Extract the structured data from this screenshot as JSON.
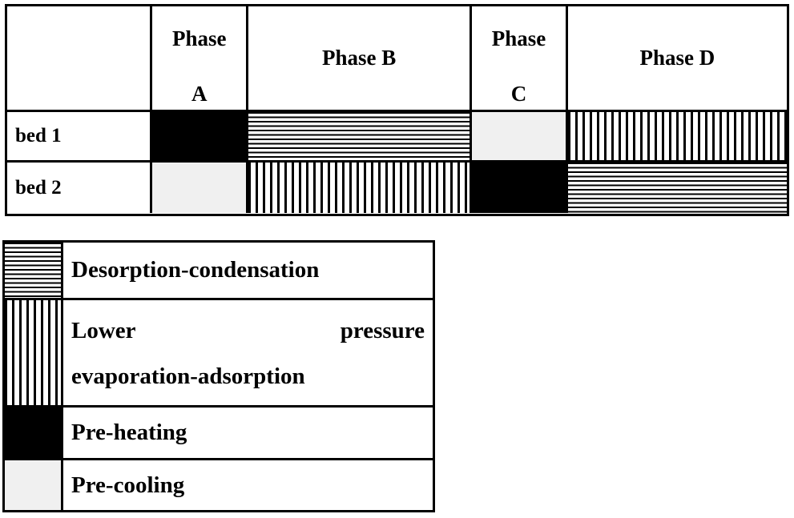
{
  "table": {
    "headers": [
      {
        "label": "",
        "key": "row-label"
      },
      {
        "label": "Phase A",
        "line1": "Phase",
        "line2": "A",
        "key": "phase-a"
      },
      {
        "label": "Phase B",
        "key": "phase-b"
      },
      {
        "label": "Phase C",
        "line1": "Phase",
        "line2": "C",
        "key": "phase-c"
      },
      {
        "label": "Phase D",
        "key": "phase-d"
      }
    ],
    "rows": [
      {
        "label": "bed 1",
        "cells": [
          {
            "pattern": "solid-black",
            "meaning": "Pre-heating"
          },
          {
            "pattern": "horizontal-stripes",
            "meaning": "Desorption-condensation"
          },
          {
            "pattern": "light-gray",
            "meaning": "Pre-cooling"
          },
          {
            "pattern": "vertical-stripes",
            "meaning": "Lower pressure evaporation-adsorption"
          }
        ]
      },
      {
        "label": "bed 2",
        "cells": [
          {
            "pattern": "light-gray",
            "meaning": "Pre-cooling"
          },
          {
            "pattern": "vertical-stripes",
            "meaning": "Lower pressure evaporation-adsorption"
          },
          {
            "pattern": "solid-black",
            "meaning": "Pre-heating"
          },
          {
            "pattern": "horizontal-stripes",
            "meaning": "Desorption-condensation"
          }
        ]
      }
    ]
  },
  "legend": {
    "items": [
      {
        "pattern": "horizontal-stripes",
        "label": "Desorption-condensation"
      },
      {
        "pattern": "vertical-stripes",
        "label": "Lower pressure evaporation-adsorption",
        "line1": "Lower                       pressure",
        "line2": "evaporation-adsorption"
      },
      {
        "pattern": "solid-black",
        "label": "Pre-heating"
      },
      {
        "pattern": "light-gray",
        "label": "Pre-cooling"
      }
    ]
  },
  "colors": {
    "ink": "#000000",
    "paper": "#ffffff",
    "light_gray_swatch": "#f0f0f0"
  }
}
